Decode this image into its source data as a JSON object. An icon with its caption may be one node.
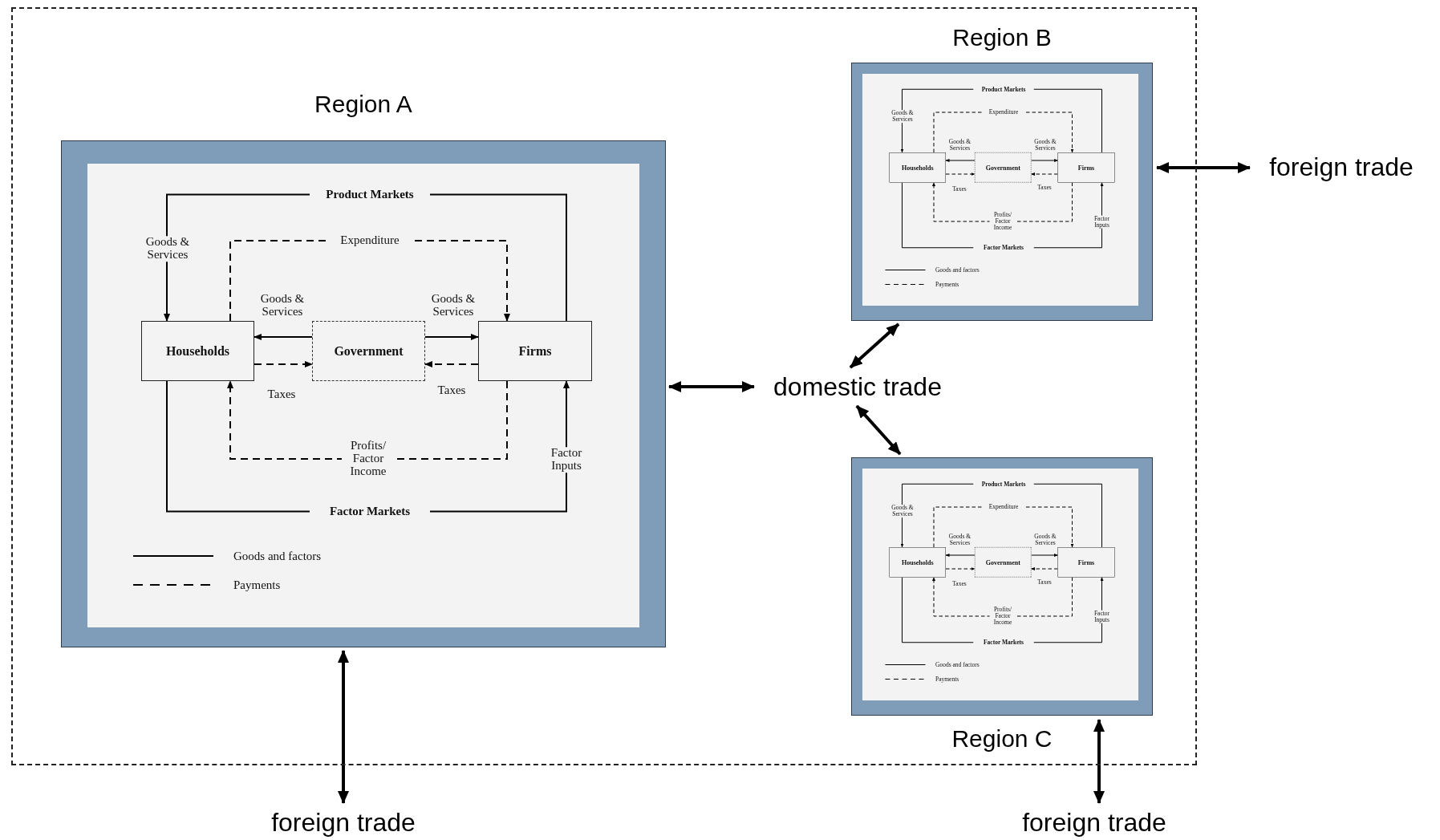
{
  "diagram": {
    "nodes": [
      {
        "text": [],
        "shape": "box"
      },
      {
        "text": [
          "Region A"
        ],
        "in": 0
      },
      {
        "text": [
          "Households"
        ],
        "in": 1
      },
      {
        "text": [
          "Government"
        ],
        "in": 1
      },
      {
        "text": [
          "Firms"
        ],
        "in": 1
      },
      {
        "text": [
          "Product Markets"
        ],
        "in": 1
      },
      {
        "text": [
          "Factor Markets"
        ],
        "in": 1
      },
      {
        "text": [
          "Region B"
        ],
        "in": 0
      },
      {
        "text": [
          "Households"
        ],
        "in": 7
      },
      {
        "text": [
          "Government"
        ],
        "in": 7
      },
      {
        "text": [
          "Firms"
        ],
        "in": 7
      },
      {
        "text": [
          "Product Markets"
        ],
        "in": 7
      },
      {
        "text": [
          "Factor Markets"
        ],
        "in": 7
      },
      {
        "text": [
          "Region C"
        ],
        "in": 0
      },
      {
        "text": [
          "Households"
        ],
        "in": 13
      },
      {
        "text": [
          "Government"
        ],
        "in": 13
      },
      {
        "text": [
          "Firms"
        ],
        "in": 13
      },
      {
        "text": [
          "Product Markets"
        ],
        "in": 13
      },
      {
        "text": [
          "Factor Markets"
        ],
        "in": 13
      },
      {
        "text": [
          "domestic trade"
        ],
        "in": 0
      },
      {
        "text": [
          "foreign trade"
        ]
      },
      {
        "text": [
          "foreign trade"
        ]
      },
      {
        "text": [
          "foreign trade"
        ]
      }
    ],
    "edges": [
      {
        "from": 5,
        "to": 2,
        "arrow": "to",
        "label": "Goods & Services"
      },
      {
        "from": 4,
        "to": 5,
        "arrow": "none"
      },
      {
        "from": 2,
        "to": 6,
        "arrow": "none"
      },
      {
        "from": 6,
        "to": 4,
        "arrow": "to",
        "label": "Factor Inputs"
      },
      {
        "from": 2,
        "to": 4,
        "arrow": "to",
        "label": "Expenditure",
        "style": "dashed"
      },
      {
        "from": 4,
        "to": 2,
        "arrow": "to",
        "label": "Profits/ Factor Income",
        "style": "dashed"
      },
      {
        "from": 3,
        "to": 2,
        "arrow": "to",
        "label": "Goods & Services"
      },
      {
        "from": 3,
        "to": 4,
        "arrow": "to",
        "label": "Goods & Services"
      },
      {
        "from": 2,
        "to": 3,
        "arrow": "to",
        "label": "Taxes",
        "style": "dashed"
      },
      {
        "from": 4,
        "to": 3,
        "arrow": "to",
        "label": "Taxes",
        "style": "dashed"
      },
      {
        "from": 11,
        "to": 8,
        "arrow": "to",
        "label": "Goods & Services"
      },
      {
        "from": 10,
        "to": 11,
        "arrow": "none"
      },
      {
        "from": 8,
        "to": 12,
        "arrow": "none"
      },
      {
        "from": 12,
        "to": 10,
        "arrow": "to",
        "label": "Factor Inputs"
      },
      {
        "from": 8,
        "to": 10,
        "arrow": "to",
        "label": "Expenditure",
        "style": "dashed"
      },
      {
        "from": 10,
        "to": 8,
        "arrow": "to",
        "label": "Profits/ Factor Income",
        "style": "dashed"
      },
      {
        "from": 9,
        "to": 8,
        "arrow": "to",
        "label": "Goods & Services"
      },
      {
        "from": 9,
        "to": 10,
        "arrow": "to",
        "label": "Goods & Services"
      },
      {
        "from": 8,
        "to": 9,
        "arrow": "to",
        "label": "Taxes",
        "style": "dashed"
      },
      {
        "from": 10,
        "to": 9,
        "arrow": "to",
        "label": "Taxes",
        "style": "dashed"
      },
      {
        "from": 17,
        "to": 14,
        "arrow": "to",
        "label": "Goods & Services"
      },
      {
        "from": 16,
        "to": 17,
        "arrow": "none"
      },
      {
        "from": 14,
        "to": 18,
        "arrow": "none"
      },
      {
        "from": 18,
        "to": 16,
        "arrow": "to",
        "label": "Factor Inputs"
      },
      {
        "from": 14,
        "to": 16,
        "arrow": "to",
        "label": "Expenditure",
        "style": "dashed"
      },
      {
        "from": 16,
        "to": 14,
        "arrow": "to",
        "label": "Profits/ Factor Income",
        "style": "dashed"
      },
      {
        "from": 15,
        "to": 14,
        "arrow": "to",
        "label": "Goods & Services"
      },
      {
        "from": 15,
        "to": 16,
        "arrow": "to",
        "label": "Goods & Services"
      },
      {
        "from": 14,
        "to": 15,
        "arrow": "to",
        "label": "Taxes",
        "style": "dashed"
      },
      {
        "from": 16,
        "to": 15,
        "arrow": "to",
        "label": "Taxes",
        "style": "dashed"
      },
      {
        "from": 19,
        "to": 1,
        "arrow": "both",
        "style": "thick"
      },
      {
        "from": 19,
        "to": 7,
        "arrow": "both",
        "style": "thick"
      },
      {
        "from": 19,
        "to": 13,
        "arrow": "both",
        "style": "thick"
      },
      {
        "from": 1,
        "to": 20,
        "arrow": "both",
        "style": "thick"
      },
      {
        "from": 7,
        "to": 21,
        "arrow": "both",
        "style": "thick"
      },
      {
        "from": 13,
        "to": 22,
        "arrow": "both",
        "style": "thick"
      }
    ],
    "legend": [
      {
        "text": "Goods and factors"
      },
      {
        "text": "Payments"
      },
      {
        "text": "Goods and factors"
      },
      {
        "text": "Payments"
      },
      {
        "text": "Goods and factors"
      },
      {
        "text": "Payments"
      }
    ]
  }
}
